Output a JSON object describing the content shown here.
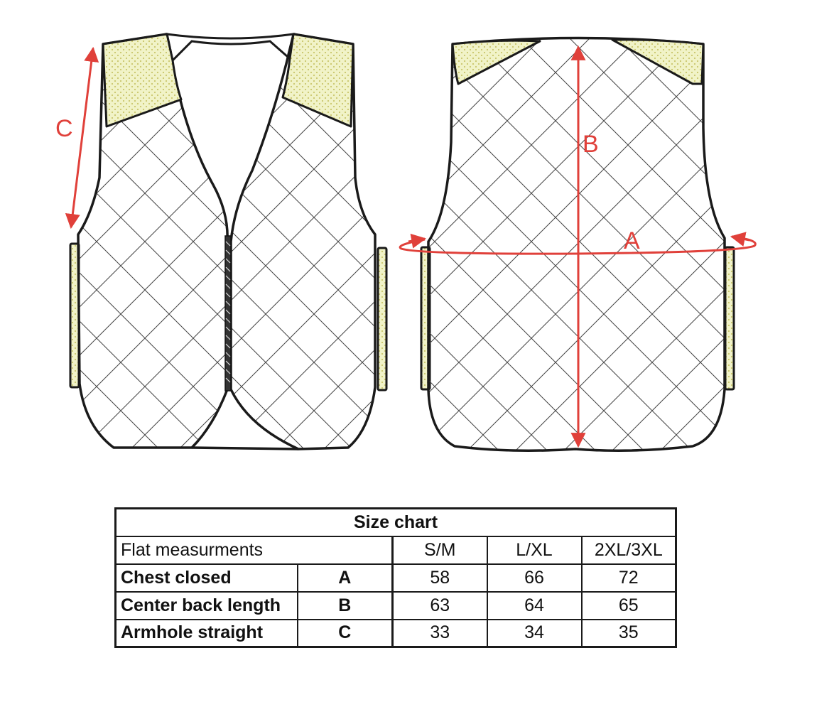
{
  "diagram": {
    "labels": {
      "chest": "A",
      "center_back": "B",
      "armhole": "C"
    },
    "colors": {
      "outline": "#1a1a1a",
      "quilt_line": "#444444",
      "padding_fill": "#f1f3c8",
      "padding_dots": "#c9c56a",
      "measure": "#e0403a"
    }
  },
  "size_table": {
    "title": "Size chart",
    "header_label": "Flat measurments",
    "sizes": [
      "S/M",
      "L/XL",
      "2XL/3XL"
    ],
    "rows": [
      {
        "name": "Chest closed",
        "code": "A",
        "values": [
          "58",
          "66",
          "72"
        ]
      },
      {
        "name": "Center back length",
        "code": "B",
        "values": [
          "63",
          "64",
          "65"
        ]
      },
      {
        "name": "Armhole straight",
        "code": "C",
        "values": [
          "33",
          "34",
          "35"
        ]
      }
    ]
  }
}
